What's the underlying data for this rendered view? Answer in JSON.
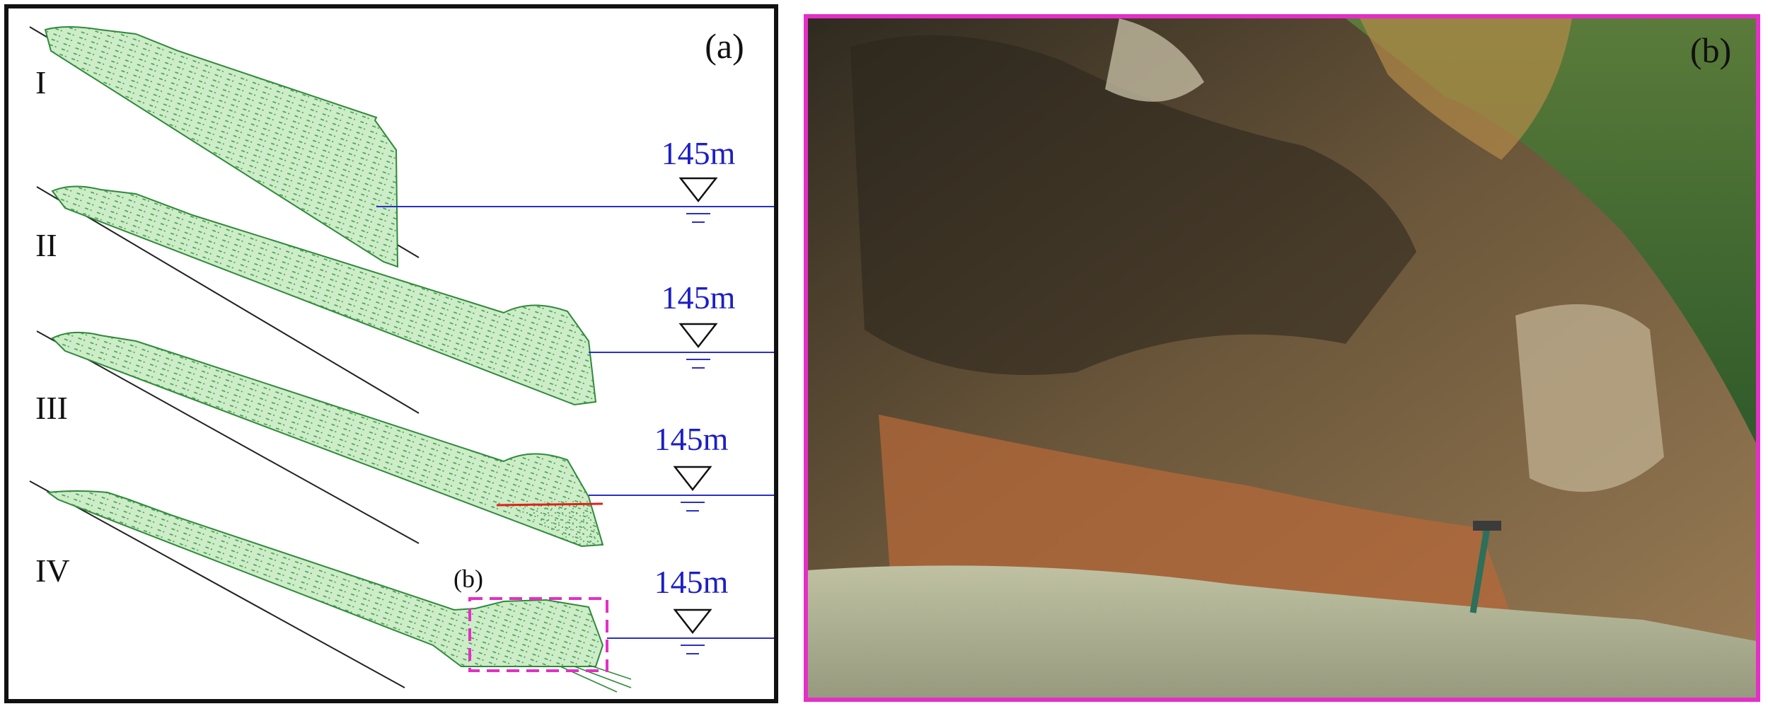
{
  "panel_a": {
    "label": "(a)",
    "stages": [
      {
        "roman": "I",
        "water_level": "145m"
      },
      {
        "roman": "II",
        "water_level": "145m"
      },
      {
        "roman": "III",
        "water_level": "145m"
      },
      {
        "roman": "IV",
        "water_level": "145m"
      }
    ],
    "inset_label": "(b)"
  },
  "panel_b": {
    "label": "(b)"
  },
  "colors": {
    "slope_fill": "#cdecc8",
    "slope_line": "#2f8a3a",
    "water_line": "#2b2fc9",
    "water_text": "#1c1fc4",
    "slip_surface": "#e0221a",
    "inset_box": "#e42fc6",
    "frame": "#111111"
  }
}
